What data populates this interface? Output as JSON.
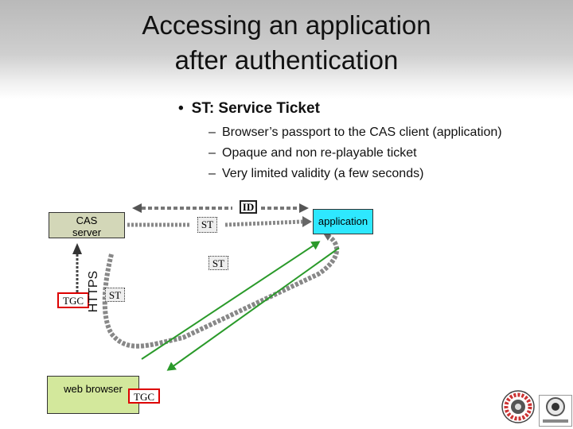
{
  "slide": {
    "title_line1": "Accessing an application",
    "title_line2": "after authentication",
    "bullet_symbol": "•",
    "bullet_text": "ST: Service Ticket",
    "sub_bullets": [
      "Browser’s passport to the CAS client (application)",
      "Opaque and non re-playable ticket",
      "Very limited validity (a few seconds)"
    ],
    "dash_symbol": "–"
  },
  "diagram": {
    "cas_server_line1": "CAS",
    "cas_server_line2": "server",
    "application": "application",
    "web_browser": "web browser",
    "https": "HTTPS",
    "tgc_cookie": "TGC",
    "tgc_browser": "TGC",
    "id": "ID",
    "st_1": "ST",
    "st_2": "ST",
    "st_3": "ST"
  },
  "logos": {
    "left": "university-seal-logo",
    "right": "esrf-logo"
  },
  "colors": {
    "cas_server_fill": "#d3d7b8",
    "application_fill": "#2ee8ff",
    "web_browser_fill": "#d3e89c",
    "tgc_border": "#dd0000",
    "arrow_green": "#2a9a2a"
  }
}
